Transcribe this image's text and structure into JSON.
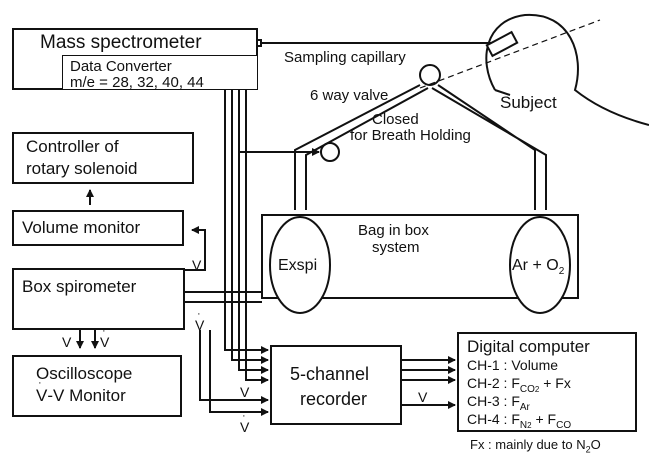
{
  "labels": {
    "mass_spectrometer": "Mass spectrometer",
    "data_converter": "Data Converter",
    "me": "m/e = 28, 32, 40, 44",
    "sampling_capillary": "Sampling capillary",
    "six_way_valve": "6 way valve",
    "subject": "Subject",
    "closed": "Closed",
    "for_breath_holding": "for Breath Holding",
    "controller_1": "Controller of",
    "controller_2": "rotary solenoid",
    "volume_monitor": "Volume monitor",
    "bag_in_box_1": "Bag in box",
    "bag_in_box_2": "system",
    "exspi": "Exspi",
    "ar_o2": "Ar + O",
    "ar_o2_sub": "2",
    "box_spirometer": "Box spirometer",
    "v": "V",
    "vdot": "V",
    "vdot_2": "V",
    "vdot_3": "V",
    "v_mid": "V",
    "v_bottom": "V",
    "v_vdot_left": "V",
    "v_vdot_right": "V",
    "oscilloscope_1": "Oscilloscope",
    "oscilloscope_2": "V-V Monitor",
    "recorder_1": "5-channel",
    "recorder_2": "recorder",
    "v_recorder": "V",
    "digital_computer": "Digital computer",
    "ch1": "CH-1 : Volume",
    "ch2_a": "CH-2 : F",
    "ch2_sub": "CO",
    "ch2_sub2": "2",
    "ch2_b": " + Fx",
    "ch3_a": "CH-3 : F",
    "ch3_sub": "Ar",
    "ch4_a": "CH-4 : F",
    "ch4_sub": "N",
    "ch4_sub2": "2",
    "ch4_b": " + F",
    "ch4_sub3": "CO",
    "fx_note_a": "Fx : mainly due to N",
    "fx_note_sub": "2",
    "fx_note_b": "O"
  }
}
